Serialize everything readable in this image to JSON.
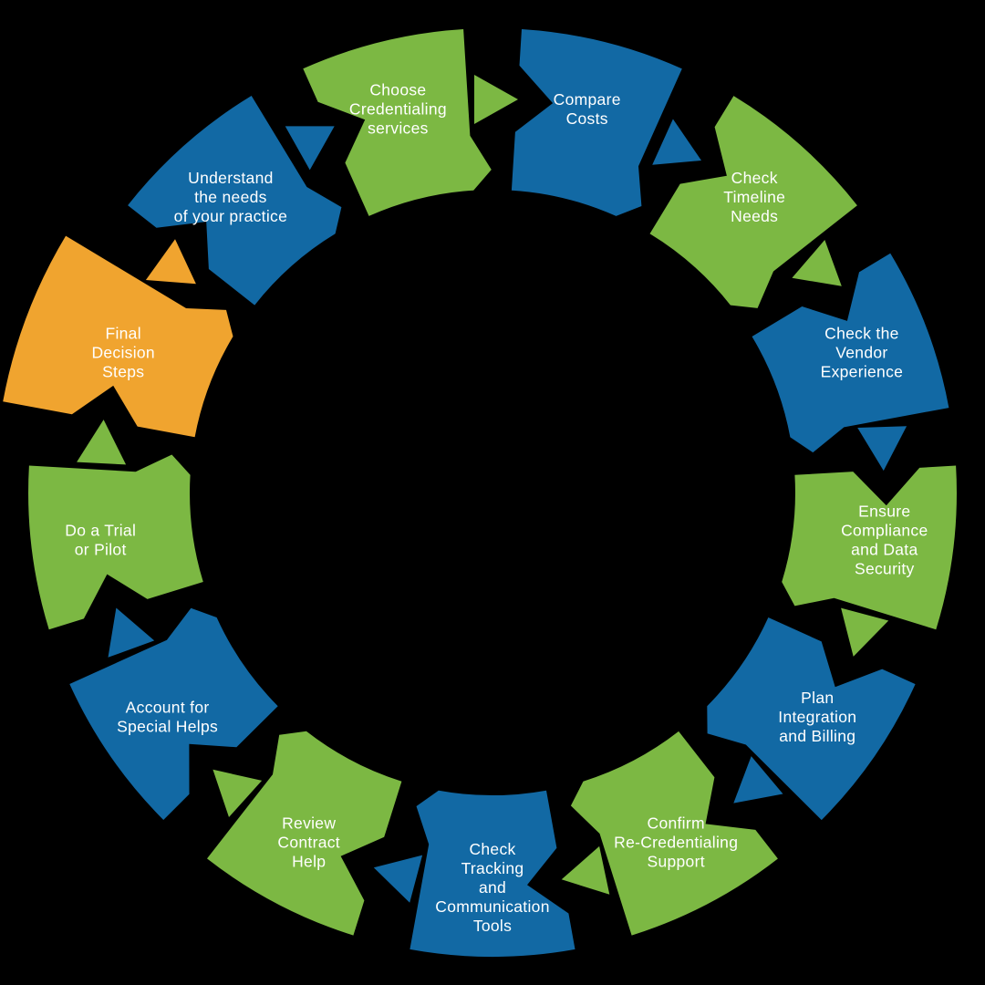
{
  "diagram": {
    "type": "cycle-process",
    "flow_direction": "clockwise",
    "background_color": "#000000",
    "label_text_color": "#ffffff",
    "colors": {
      "blue": "#1269A4",
      "green": "#7CB843",
      "orange": "#F0A42F"
    },
    "steps": [
      {
        "label": "Understand the needs of your practice",
        "lines": [
          "Understand",
          "the needs",
          "of your practice"
        ],
        "color": "blue",
        "emphasis": false,
        "arrow_after": {
          "icon": "triangle-arrow",
          "color": "blue",
          "direction_deg": 180
        }
      },
      {
        "label": "Choose Credentialing services",
        "lines": [
          "Choose",
          "Credentialing",
          "services"
        ],
        "color": "green",
        "emphasis": false,
        "arrow_after": {
          "icon": "triangle-arrow",
          "color": "green",
          "direction_deg": 90
        }
      },
      {
        "label": "Compare Costs",
        "lines": [
          "Compare",
          "Costs"
        ],
        "color": "blue",
        "emphasis": false,
        "arrow_after": {
          "icon": "triangle-arrow",
          "color": "blue",
          "direction_deg": 355
        }
      },
      {
        "label": "Check Timeline Needs",
        "lines": [
          "Check",
          "Timeline",
          "Needs"
        ],
        "color": "green",
        "emphasis": false,
        "arrow_after": {
          "icon": "triangle-arrow",
          "color": "green",
          "direction_deg": 250
        }
      },
      {
        "label": "Check the Vendor Experience",
        "lines": [
          "Check the",
          "Vendor",
          "Experience"
        ],
        "color": "blue",
        "emphasis": false,
        "arrow_after": {
          "icon": "triangle-arrow",
          "color": "blue",
          "direction_deg": 178
        }
      },
      {
        "label": "Ensure Compliance and Data Security",
        "lines": [
          "Ensure",
          "Compliance",
          "and Data",
          "Security"
        ],
        "color": "green",
        "emphasis": false,
        "arrow_after": {
          "icon": "triangle-arrow",
          "color": "green",
          "direction_deg": 195
        }
      },
      {
        "label": "Plan Integration and Billing",
        "lines": [
          "Plan",
          "Integration",
          "and Billing"
        ],
        "color": "blue",
        "emphasis": false,
        "arrow_after": {
          "icon": "triangle-arrow",
          "color": "blue",
          "direction_deg": 230
        }
      },
      {
        "label": "Confirm Re-Credentialing Support",
        "lines": [
          "Confirm",
          "Re-Credentialing",
          "Support"
        ],
        "color": "green",
        "emphasis": false,
        "arrow_after": {
          "icon": "triangle-arrow",
          "color": "green",
          "direction_deg": 258
        }
      },
      {
        "label": "Check Tracking and Communication Tools",
        "lines": [
          "Check",
          "Tracking",
          "and",
          "Communication",
          "Tools"
        ],
        "color": "blue",
        "emphasis": false,
        "arrow_after": {
          "icon": "triangle-arrow",
          "color": "blue",
          "direction_deg": 285
        }
      },
      {
        "label": "Review Contract Help",
        "lines": [
          "Review",
          "Contract",
          "Help"
        ],
        "color": "green",
        "emphasis": false,
        "arrow_after": {
          "icon": "triangle-arrow",
          "color": "green",
          "direction_deg": 312
        }
      },
      {
        "label": "Account for Special Helps",
        "lines": [
          "Account for",
          "Special Helps"
        ],
        "color": "blue",
        "emphasis": false,
        "arrow_after": {
          "icon": "triangle-arrow",
          "color": "blue",
          "direction_deg": 340
        }
      },
      {
        "label": "Do a Trial or Pilot",
        "lines": [
          "Do a Trial",
          "or Pilot"
        ],
        "color": "green",
        "emphasis": false,
        "arrow_after": {
          "icon": "triangle-arrow",
          "color": "green",
          "direction_deg": 3
        }
      },
      {
        "label": "Final Decision Steps",
        "lines": [
          "Final",
          "Decision",
          "Steps"
        ],
        "color": "orange",
        "emphasis": true,
        "arrow_after": {
          "icon": "triangle-arrow",
          "color": "orange",
          "direction_deg": 245
        }
      }
    ]
  }
}
